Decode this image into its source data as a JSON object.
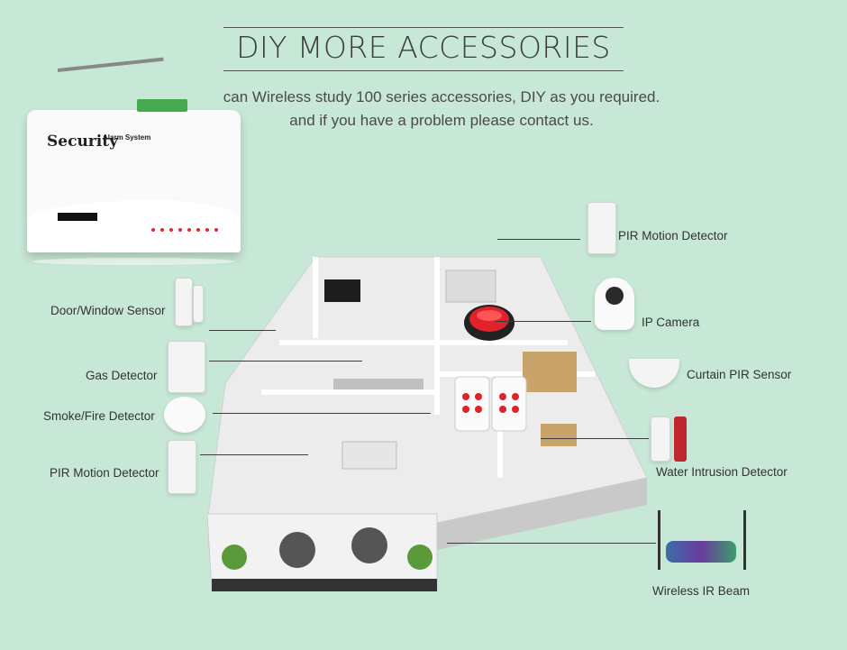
{
  "header": {
    "title": "DIY MORE ACCESSORIES",
    "subtitle_line1": "can Wireless study 100 series accessories, DIY as you required.",
    "subtitle_line2": "and if you have a problem please contact us."
  },
  "panel": {
    "brand": "Security",
    "brand_sub": "Alarm System"
  },
  "labels": {
    "pir_top": "PIR Motion Detector",
    "ip_camera": "IP Camera",
    "curtain_pir": "Curtain PIR Sensor",
    "water": "Water Intrusion Detector",
    "ir_beam": "Wireless IR Beam",
    "door_window": "Door/Window Sensor",
    "gas": "Gas Detector",
    "smoke": "Smoke/Fire Detector",
    "pir_left": "PIR Motion Detector"
  },
  "colors": {
    "background": "#c7e8d6",
    "siren_red": "#e0222b",
    "terminal_green": "#46a94f"
  }
}
